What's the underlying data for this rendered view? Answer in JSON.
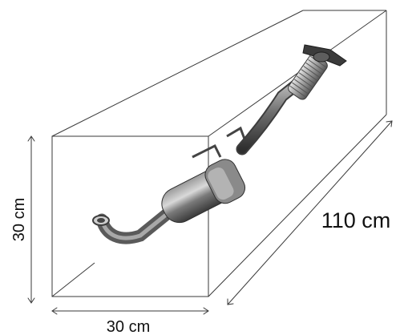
{
  "figure": {
    "height_label": "30 cm",
    "width_label": "30 cm",
    "length_label": "110 cm",
    "object_icon": "exhaust-pipe-with-catalytic-converter"
  }
}
